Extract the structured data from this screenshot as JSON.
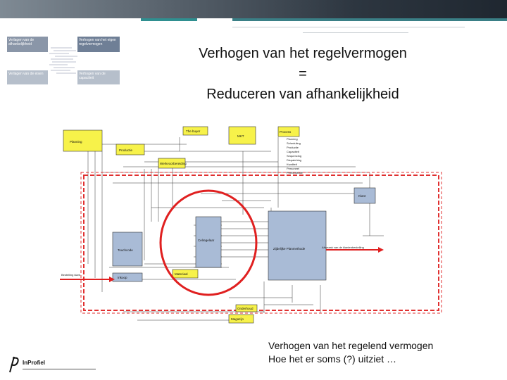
{
  "header": {
    "title_lines": [
      "Verhogen van het regelvermogen",
      "=",
      "Reduceren van afhankelijkheid"
    ]
  },
  "thumbnail": {
    "quadrants": [
      "Verlagen van de afhankelijkheid",
      "Verhogen van het eigen regelvermogen",
      "Verlagen van de eisen",
      "Verhogen van de capaciteit"
    ]
  },
  "diagram": {
    "boxes": {
      "planning": "Planning",
      "productie": "Productie",
      "mkt": "MKT",
      "the_buyer": "The buyer",
      "werkvoorbereiding": "Werkvoorbereiding",
      "inkoop": "Inkoop",
      "klant": "Klant",
      "celregelaar": "Celregelaar",
      "zijlijn": "Zijdelijke Planmethode",
      "touchcode": "Touchcode",
      "onderhoud": "Onderhoud",
      "magazijn": "Magazijn",
      "materiaal": "Materiaal"
    },
    "process_list": [
      "Process",
      "Planning",
      "Scheduling",
      "Productie",
      "Capaciteit",
      "Sequencing",
      "Dispatching",
      "Kwaliteit",
      "Personeel",
      "Performance"
    ],
    "arrow_labels": {
      "right_out": "Afspraak van de klantenbestelling",
      "left_in": "Bestelling klant"
    }
  },
  "footer": {
    "caption_lines": [
      "Verhogen van het regelend vermogen",
      "Hoe het er soms (?) uitziet …"
    ],
    "logo_text": "InProfiel"
  },
  "colors": {
    "highlight_circle": "#e02020",
    "dashed_frame": "#e03030",
    "yellow_box": "#f7f24a",
    "blue_box": "#a9bbd6"
  }
}
